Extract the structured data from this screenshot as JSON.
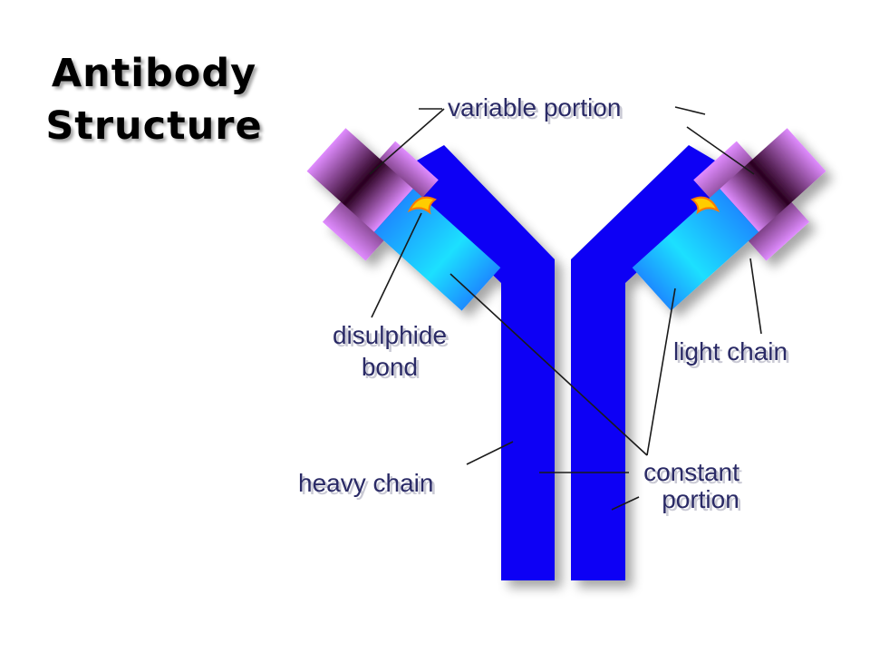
{
  "title": {
    "line1": "Antibody",
    "line2": "Structure"
  },
  "labels": {
    "variable_portion": "variable portion",
    "disulphide_line1": "disulphide",
    "disulphide_line2": "bond",
    "light_chain": "light chain",
    "heavy_chain": "heavy chain",
    "constant_line1": "constant",
    "constant_line2": "portion"
  },
  "colors": {
    "heavy_chain": "#0a00f5",
    "light_constant": "#1ec8ff",
    "variable_light": "#e08cff",
    "variable_dark": "#2a0020",
    "disulphide": "#ffcc00",
    "label_text": "#2a2a66"
  }
}
